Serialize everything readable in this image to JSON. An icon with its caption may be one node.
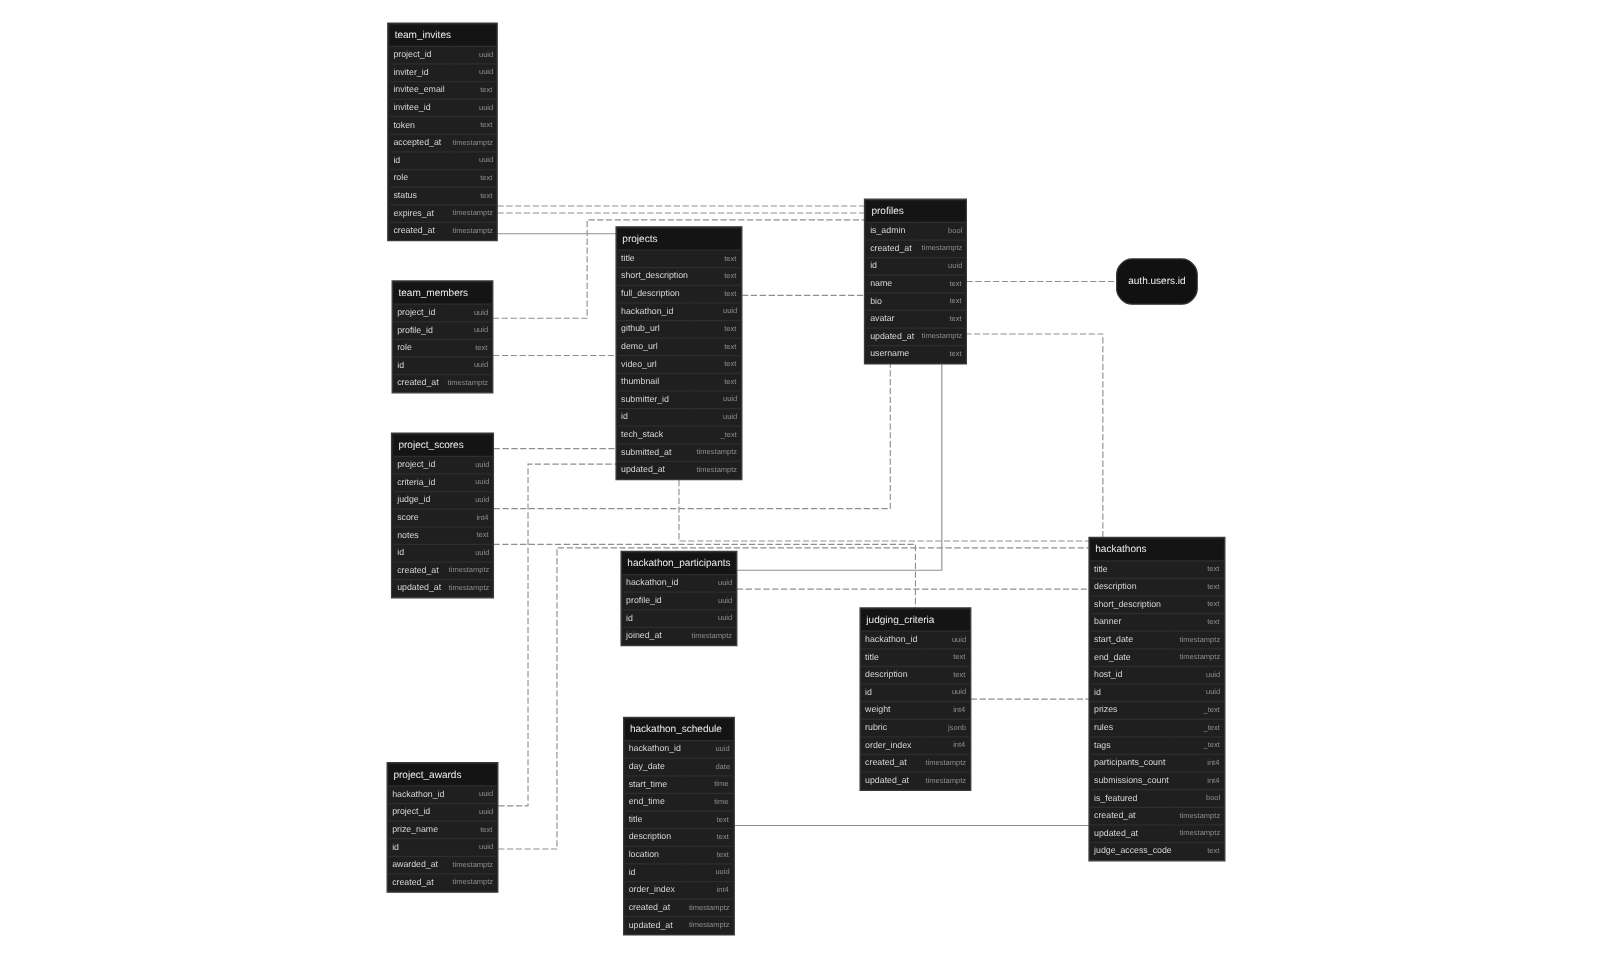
{
  "diagram": {
    "nodes": [
      {
        "text": [
          "project_scores",
          "project_id",
          "uuid",
          "criteria_id",
          "uuid",
          "judge_id",
          "uuid",
          "score",
          "int4",
          "notes",
          "text",
          "id",
          "uuid",
          "created_at",
          "timestamptz",
          "updated_at",
          "timestamptz"
        ]
      },
      {
        "text": [
          "project_awards",
          "hackathon_id",
          "uuid",
          "project_id",
          "uuid",
          "prize_name",
          "text",
          "id",
          "uuid",
          "awarded_at",
          "timestamptz",
          "created_at",
          "timestamptz"
        ]
      },
      {
        "text": [
          "team_members",
          "project_id",
          "uuid",
          "profile_id",
          "uuid",
          "role",
          "text",
          "id",
          "uuid",
          "created_at",
          "timestamptz"
        ]
      },
      {
        "text": [
          "team_invites",
          "project_id",
          "uuid",
          "inviter_id",
          "uuid",
          "invitee_email",
          "text",
          "invitee_id",
          "uuid",
          "token",
          "text",
          "accepted_at",
          "timestamptz",
          "id",
          "uuid",
          "role",
          "text",
          "status",
          "text",
          "expires_at",
          "timestamptz",
          "created_at",
          "timestamptz"
        ]
      },
      {
        "text": [
          "hackathon_participants",
          "hackathon_id",
          "uuid",
          "profile_id",
          "uuid",
          "id",
          "uuid",
          "joined_at",
          "timestamptz"
        ]
      },
      {
        "text": [
          "hackathon_schedule",
          "hackathon_id",
          "uuid",
          "day_date",
          "date",
          "start_time",
          "time",
          "end_time",
          "time",
          "title",
          "text",
          "description",
          "text",
          "location",
          "text",
          "id",
          "uuid",
          "order_index",
          "int4",
          "created_at",
          "timestamptz",
          "updated_at",
          "timestamptz"
        ]
      },
      {
        "text": [
          "projects",
          "title",
          "text",
          "short_description",
          "text",
          "full_description",
          "text",
          "hackathon_id",
          "uuid",
          "github_url",
          "text",
          "demo_url",
          "text",
          "video_url",
          "text",
          "thumbnail",
          "text",
          "submitter_id",
          "uuid",
          "id",
          "uuid",
          "tech_stack",
          "_text",
          "submitted_at",
          "timestamptz",
          "updated_at",
          "timestamptz"
        ]
      },
      {
        "text": [
          "judging_criteria",
          "hackathon_id",
          "uuid",
          "title",
          "text",
          "description",
          "text",
          "id",
          "uuid",
          "weight",
          "int4",
          "rubric",
          "jsonb",
          "order_index",
          "int4",
          "created_at",
          "timestamptz",
          "updated_at",
          "timestamptz"
        ]
      },
      {
        "text": [
          "profiles",
          "is_admin",
          "bool",
          "created_at",
          "timestamptz",
          "id",
          "uuid",
          "name",
          "text",
          "bio",
          "text",
          "avatar",
          "text",
          "updated_at",
          "timestamptz",
          "username",
          "text"
        ]
      },
      {
        "text": [
          "hackathons",
          "title",
          "text",
          "description",
          "text",
          "short_description",
          "text",
          "banner",
          "text",
          "start_date",
          "timestamptz",
          "end_date",
          "timestamptz",
          "host_id",
          "uuid",
          "id",
          "uuid",
          "prizes",
          "_text",
          "rules",
          "_text",
          "tags",
          "_text",
          "participants_count",
          "int4",
          "submissions_count",
          "int4",
          "is_featured",
          "bool",
          "created_at",
          "timestamptz",
          "updated_at",
          "timestamptz",
          "judge_access_code",
          "text"
        ]
      },
      {
        "text": [
          "auth.users.id"
        ]
      }
    ],
    "edges": [
      {
        "from": 0,
        "to": 6,
        "arrow": "none",
        "style": "dashed"
      },
      {
        "from": 0,
        "to": 7,
        "arrow": "none",
        "style": "dashed"
      },
      {
        "from": 0,
        "to": 8,
        "arrow": "none",
        "style": "dashed"
      },
      {
        "from": 1,
        "to": 9,
        "arrow": "none",
        "style": "dashed"
      },
      {
        "from": 1,
        "to": 6,
        "arrow": "none",
        "style": "dashed"
      },
      {
        "from": 2,
        "to": 6,
        "arrow": "none",
        "style": "dashed"
      },
      {
        "from": 2,
        "to": 8,
        "arrow": "none",
        "style": "dashed"
      },
      {
        "from": 3,
        "to": 6,
        "arrow": "none"
      },
      {
        "from": 3,
        "to": 8,
        "arrow": "none",
        "style": "dashed"
      },
      {
        "from": 3,
        "to": 8,
        "arrow": "none",
        "style": "dashed"
      },
      {
        "from": 4,
        "to": 9,
        "arrow": "none",
        "style": "dashed"
      },
      {
        "from": 4,
        "to": 8,
        "arrow": "none"
      },
      {
        "from": 5,
        "to": 9,
        "arrow": "none"
      },
      {
        "from": 6,
        "to": 9,
        "arrow": "none",
        "style": "dashed"
      },
      {
        "from": 6,
        "to": 8,
        "arrow": "none",
        "style": "dashed"
      },
      {
        "from": 7,
        "to": 9,
        "arrow": "none",
        "style": "dashed"
      },
      {
        "from": 9,
        "to": 8,
        "arrow": "none",
        "style": "dashed"
      },
      {
        "from": 8,
        "to": 10,
        "arrow": "none",
        "style": "dashed"
      }
    ]
  }
}
